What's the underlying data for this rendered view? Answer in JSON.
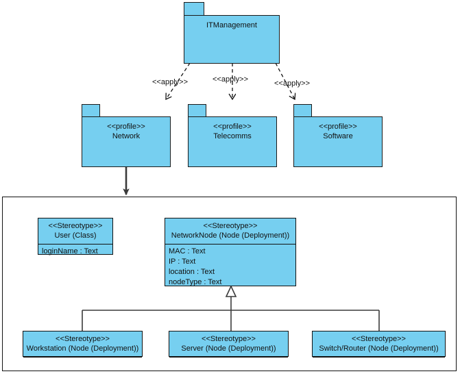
{
  "diagram": {
    "kind": "uml-profile-diagram",
    "colors": {
      "fill": "#76CFF0",
      "stroke": "#111111",
      "arrow_solid": "#3a3a3a",
      "background": "#FFFFFF"
    }
  },
  "root_package": {
    "name": "ITManagement"
  },
  "profiles": [
    {
      "stereotype": "<<profile>>",
      "name": "Network"
    },
    {
      "stereotype": "<<profile>>",
      "name": "Telecomms"
    },
    {
      "stereotype": "<<profile>>",
      "name": "Software"
    }
  ],
  "apply_edges": [
    {
      "label": "<<apply>>",
      "from": "ITManagement",
      "to": "Network"
    },
    {
      "label": "<<apply>>",
      "from": "ITManagement",
      "to": "Telecomms"
    },
    {
      "label": "<<apply>>",
      "from": "ITManagement",
      "to": "Software"
    }
  ],
  "import_edge": {
    "from": "Network",
    "to": "model-container"
  },
  "stereotypes": [
    {
      "id": "user",
      "keyword": "<<Stereotype>>",
      "name": "User (Class)",
      "attributes": [
        "loginName : Text"
      ]
    },
    {
      "id": "network-node",
      "keyword": "<<Stereotype>>",
      "name": "NetworkNode (Node (Deployment))",
      "attributes": [
        "MAC : Text",
        "IP : Text",
        "location : Text",
        "nodeType : Text"
      ]
    },
    {
      "id": "workstation",
      "keyword": "<<Stereotype>>",
      "name": "Workstation (Node (Deployment))",
      "attributes": []
    },
    {
      "id": "server",
      "keyword": "<<Stereotype>>",
      "name": "Server (Node (Deployment))",
      "attributes": []
    },
    {
      "id": "switch-router",
      "keyword": "<<Stereotype>>",
      "name": "Switch/Router (Node (Deployment))",
      "attributes": []
    }
  ],
  "generalizations": [
    {
      "from": "Workstation (Node (Deployment))",
      "to": "NetworkNode (Node (Deployment))"
    },
    {
      "from": "Server (Node (Deployment))",
      "to": "NetworkNode (Node (Deployment))"
    },
    {
      "from": "Switch/Router (Node (Deployment))",
      "to": "NetworkNode (Node (Deployment))"
    }
  ]
}
